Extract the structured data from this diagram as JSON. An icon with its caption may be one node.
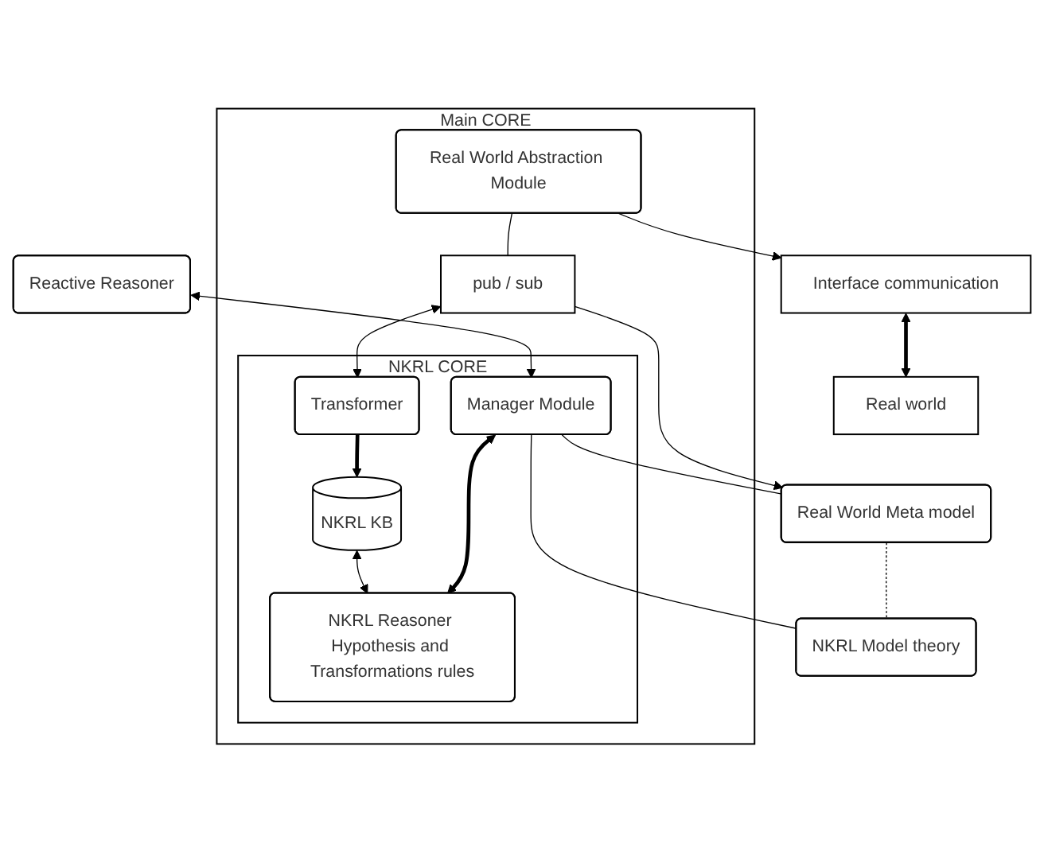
{
  "diagram": {
    "nodes": [
      {
        "text": [
          "Real World Meta model"
        ]
      },
      {
        "text": [
          "NKRL Model theory"
        ]
      },
      {
        "text": [
          "Main CORE"
        ]
      },
      {
        "text": [
          "Reactive Reasoner"
        ]
      },
      {
        "text": [
          "NKRL CORE"
        ],
        "in": 2
      },
      {
        "text": [
          "Manager Module"
        ],
        "in": 4
      },
      {
        "text": [
          "NKRL Reasoner Hypothesis and Transformations rules"
        ],
        "in": 4
      },
      {
        "text": [
          "pub / sub"
        ],
        "in": 2
      },
      {
        "text": [
          "Transformer"
        ],
        "in": 4
      },
      {
        "text": [
          "NKRL KB"
        ],
        "in": 4
      },
      {
        "text": [
          "Real World Abstraction Module"
        ],
        "in": 2
      },
      {
        "text": [
          "Interface communication"
        ]
      },
      {
        "text": [
          "Real world"
        ]
      }
    ],
    "edges": [
      {
        "from": 0,
        "to": 1,
        "arrow": "none",
        "style": "dashed"
      },
      {
        "from": 5,
        "to": 0,
        "arrow": "none"
      },
      {
        "from": 5,
        "to": 1,
        "arrow": "none"
      },
      {
        "from": 3,
        "to": 5,
        "arrow": "both"
      },
      {
        "from": 5,
        "to": 6,
        "arrow": "both",
        "style": "thick"
      },
      {
        "from": 7,
        "to": 0,
        "arrow": "to"
      },
      {
        "from": 7,
        "to": 8,
        "arrow": "both"
      },
      {
        "from": 8,
        "to": 9,
        "arrow": "to",
        "style": "thick"
      },
      {
        "from": 9,
        "to": 6,
        "arrow": "both"
      },
      {
        "from": 10,
        "to": 7,
        "arrow": "none"
      },
      {
        "from": 10,
        "to": 11,
        "arrow": "to"
      },
      {
        "from": 11,
        "to": 12,
        "arrow": "both",
        "style": "thick"
      }
    ]
  }
}
